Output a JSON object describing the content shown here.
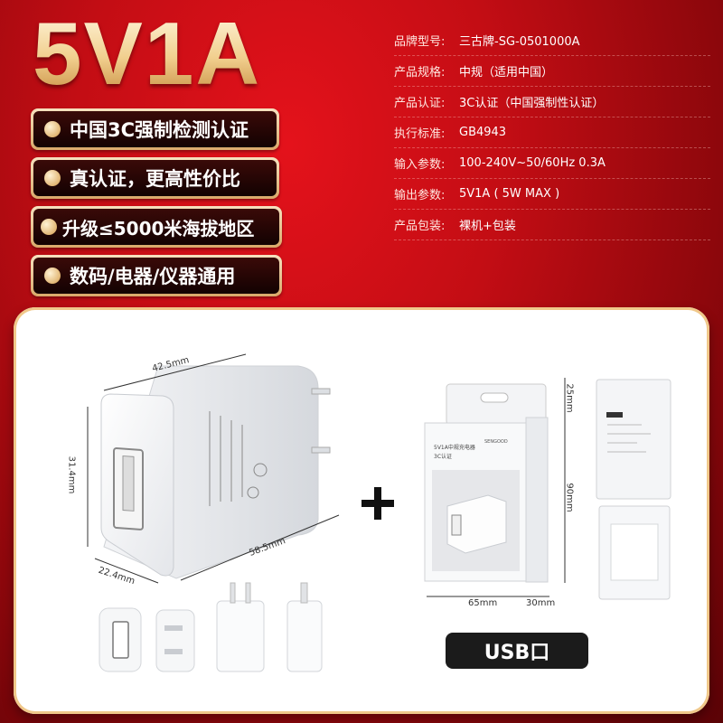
{
  "headline": "5V1A",
  "badges": [
    "中国3C强制检测认证",
    "真认证，更高性价比",
    "升级≤5000米海拔地区",
    "数码/电器/仪器通用"
  ],
  "specs": [
    {
      "label": "品牌型号:",
      "value": "三古牌-SG-0501000A"
    },
    {
      "label": "产品规格:",
      "value": "中规（适用中国）"
    },
    {
      "label": "产品认证:",
      "value": "3C认证（中国强制性认证）"
    },
    {
      "label": "执行标准:",
      "value": "GB4943"
    },
    {
      "label": "输入参数:",
      "value": "100-240V~50/60Hz 0.3A"
    },
    {
      "label": "输出参数:",
      "value": "5V1A ( 5W MAX )"
    },
    {
      "label": "产品包装:",
      "value": "裸机+包装"
    }
  ],
  "dimensions": {
    "width": "42.5mm",
    "height": "31.4mm",
    "depth": "22.4mm",
    "length": "58.5mm",
    "box_top": "25mm",
    "box_height": "90mm",
    "box_width": "65mm",
    "box_depth": "30mm"
  },
  "package": {
    "brand": "SENGOOD",
    "title": "5V1A中规充电器",
    "cert": "3C认证"
  },
  "port_label": "USB口"
}
